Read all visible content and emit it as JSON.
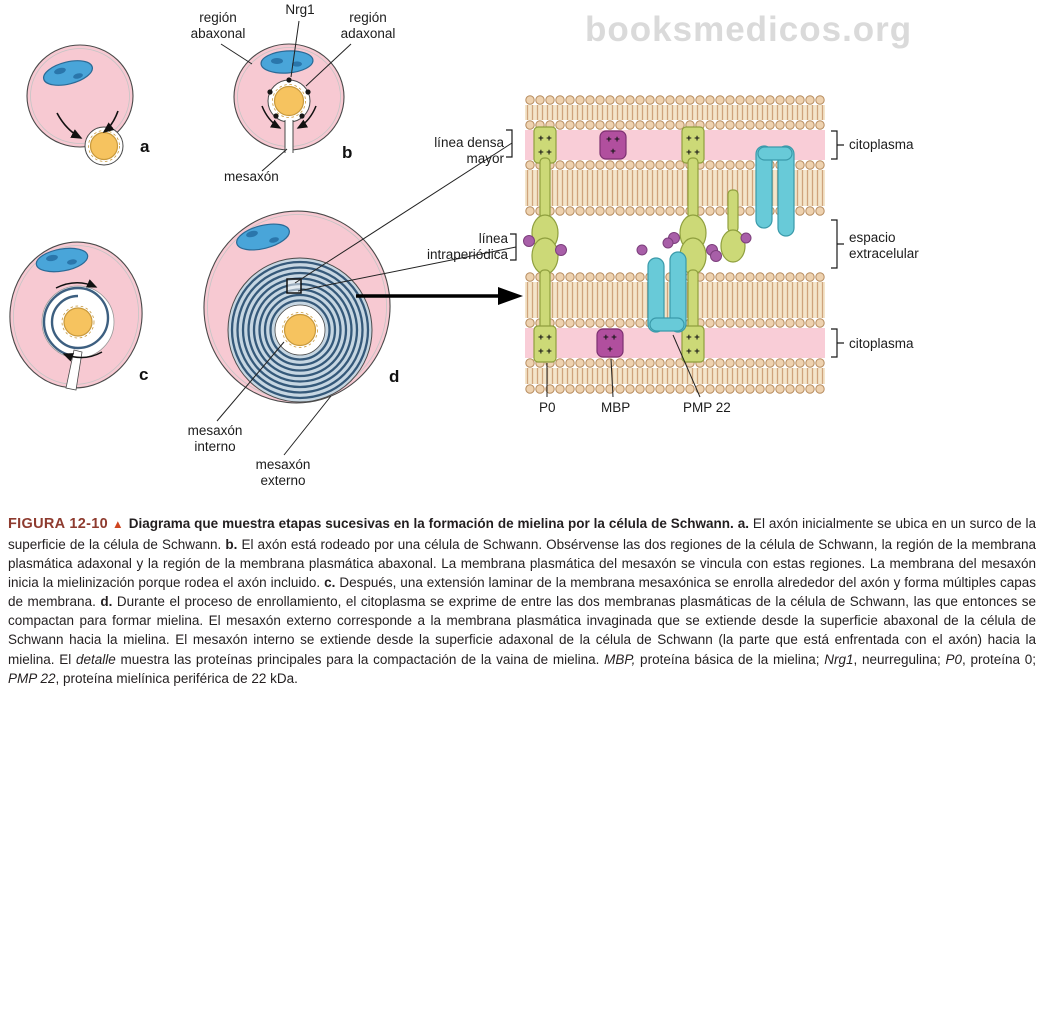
{
  "watermark": "booksmedicos.org",
  "figure": {
    "panels": {
      "a": "a",
      "b": "b",
      "c": "c",
      "d": "d"
    },
    "annotations": {
      "region_abaxonal": "región\nabaxonal",
      "nrg1": "Nrg1",
      "region_adaxonal": "región\nadaxonal",
      "mesaxon": "mesaxón",
      "mesaxon_interno": "mesaxón\ninterno",
      "mesaxon_externo": "mesaxón\nexterno",
      "linea_densa_mayor": "línea densa\nmayor",
      "linea_intraperiodica": "línea\nintraperiódica",
      "citoplasma_top": "citoplasma",
      "espacio_extracelular": "espacio\nextracelular",
      "citoplasma_bottom": "citoplasma",
      "p0": "P0",
      "mbp": "MBP",
      "pmp22": "PMP 22"
    },
    "detail": {
      "plus_pair": "+ +",
      "plus_single": "+"
    }
  },
  "palette": {
    "cell_pink": "#f7c9d2",
    "nucleus_blue": "#49a5d9",
    "axon_orange": "#f6c35f",
    "myelin_blue": "#35597a",
    "cytoplasm_band_pink": "#f9cdd7",
    "lipid_tan": "#efd3b0",
    "p0_green": "#ccd977",
    "mbp_purple": "#b14f9e",
    "pmp22_cyan": "#68cad8",
    "glyco_dot_purple": "#a85fa8",
    "figure_label_red": "#8e3b2f",
    "triangle_red": "#cf4520",
    "watermark_gray": "#dadada"
  },
  "caption": {
    "figure_label": "FIGURA 12-10",
    "marker": "▲",
    "title": "Diagrama que muestra etapas sucesivas en la formación de mielina por la célula de Schwann.",
    "segments": [
      {
        "t": " a."
      },
      {
        "t": " El axón inicialmente se ubica en un surco de la superficie de la célula de Schwann."
      },
      {
        "t": " b."
      },
      {
        "t": " El axón está rodeado por una célula de Schwann. Obsérvense las dos regiones de la célula de Schwann, la región de la membrana plasmática adaxonal y la región de la membrana plasmática abaxonal. La membrana plasmática del mesaxón se vincula con estas regiones. La membrana del mesaxón inicia la mielinización porque rodea el axón incluido."
      },
      {
        "t": " c."
      },
      {
        "t": " Después, una extensión laminar de la membrana mesaxónica se enrolla alrededor del axón y forma múltiples capas de membrana."
      },
      {
        "t": " d."
      },
      {
        "t": " Durante el proceso de enrollamiento, el citoplasma se exprime de entre las dos membranas plasmáticas de la célula de Schwann, las que entonces se compactan para formar mielina. El mesaxón externo corresponde a la membrana plasmática invaginada que se extiende desde la superficie abaxonal de la célula de Schwann hacia la mielina. El mesaxón interno se extiende desde la superficie adaxonal de la célula de Schwann (la parte que está enfrentada con el axón) hacia la mielina. El "
      },
      {
        "t": "detalle"
      },
      {
        "t": " muestra las proteínas principales para la compactación de la vaina de mielina. "
      },
      {
        "t": "MBP,"
      },
      {
        "t": " proteína básica de la mielina; "
      },
      {
        "t": "Nrg1"
      },
      {
        "t": ", neurregulina; "
      },
      {
        "t": "P0"
      },
      {
        "t": ", proteína 0; "
      },
      {
        "t": "PMP 22"
      },
      {
        "t": ", proteína mielínica periférica de 22 kDa."
      }
    ]
  }
}
